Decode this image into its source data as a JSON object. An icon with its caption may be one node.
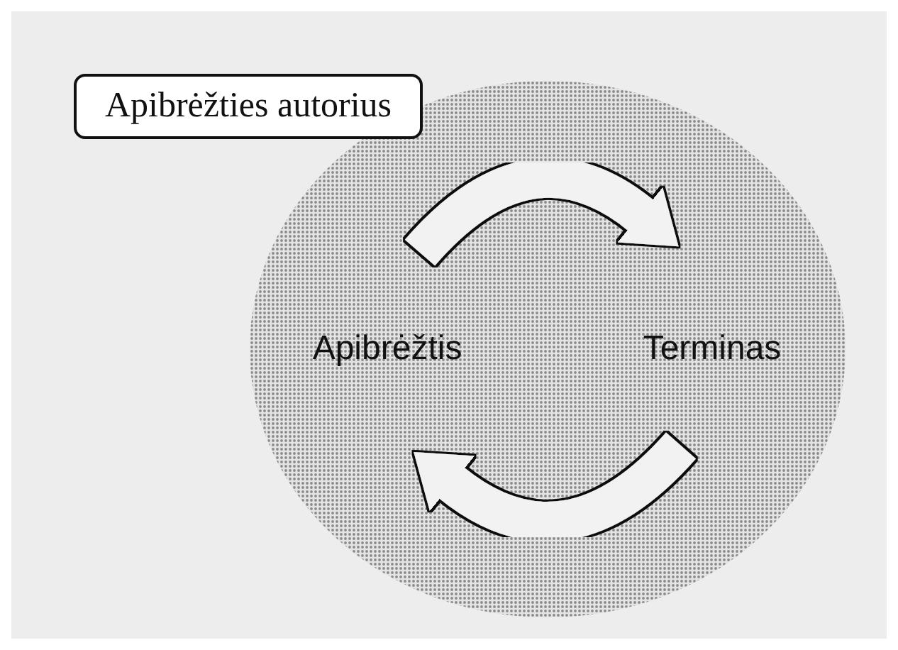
{
  "diagram": {
    "nodes": [
      {
        "text": [
          "Apibrėžties autorius"
        ]
      },
      {
        "text": [],
        "shape": "circle"
      },
      {
        "text": [
          "Apibrėžtis"
        ],
        "in": 1
      },
      {
        "text": [
          "Terminas"
        ],
        "in": 1
      }
    ],
    "edges": [
      {
        "from": 2,
        "to": 3,
        "arrow": "to"
      },
      {
        "from": 3,
        "to": 2,
        "arrow": "to"
      }
    ]
  }
}
